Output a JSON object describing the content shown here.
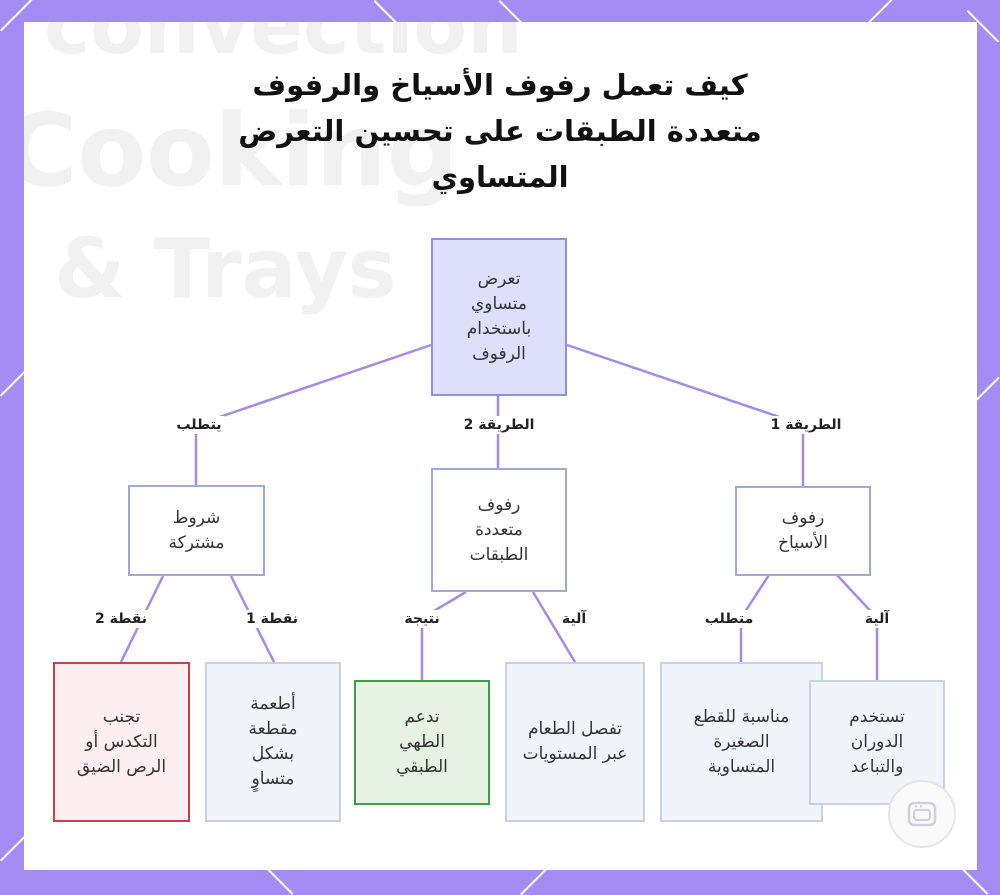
{
  "title": "كيف تعمل رفوف الأسياخ والرفوف متعددة الطبقات على تحسين التعرض المتساوي",
  "watermark": {
    "line1": "convection",
    "line2": "Cooking",
    "line3": "& Trays"
  },
  "nodes": {
    "root": "تعرض متساوي باستخدام الرفوف",
    "left": "شروط مشتركة",
    "center": "رفوف متعددة الطبقات",
    "right": "رفوف الأسياخ",
    "leaf_avoid": "تجنب التكدس أو الرص الضيق",
    "leaf_cut": "أطعمة مقطعة بشكل متساوٍ",
    "leaf_cook": "تدعم الطهي الطبقي",
    "leaf_separate": "تفصل الطعام عبر المستويات",
    "leaf_small": "مناسبة للقطع الصغيرة المتساوية",
    "leaf_rotate": "تستخدم الدوران والتباعد"
  },
  "edge_labels": {
    "requires": "يتطلب",
    "method2": "الطريقة 2",
    "method1": "الطريقة 1",
    "point2": "نقطة 2",
    "point1": "نقطة 1",
    "result": "نتيجة",
    "mechanism_center": "آلية",
    "requirement": "متطلب",
    "mechanism_right": "آلية"
  },
  "colors": {
    "background": "#a48cf5",
    "edge": "#a58ae6",
    "root_fill": "#dee0fb",
    "highlight_red": "#d23c48",
    "highlight_green": "#3b9f4a"
  },
  "icons": [
    "oven-logo-icon"
  ]
}
